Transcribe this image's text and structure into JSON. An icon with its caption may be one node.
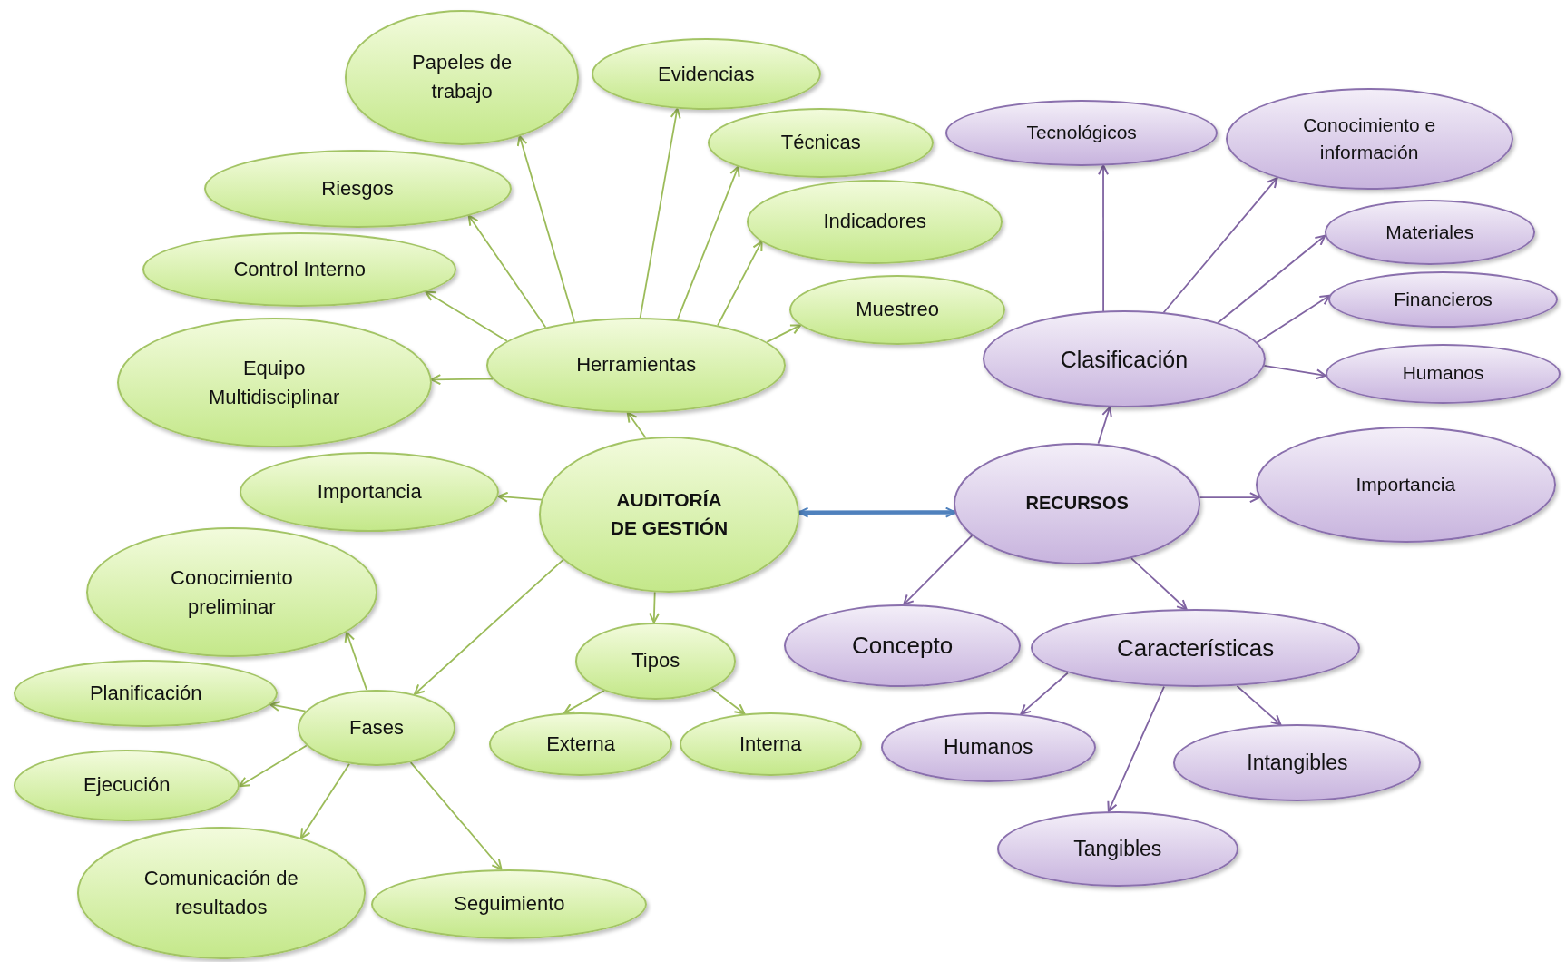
{
  "diagram": {
    "nodes": [
      {
        "text": [
          "AUDITORÍA DE GESTIÓN"
        ]
      },
      {
        "text": [
          "Herramientas"
        ]
      },
      {
        "text": [
          "Papeles de trabajo"
        ]
      },
      {
        "text": [
          "Evidencias"
        ]
      },
      {
        "text": [
          "Técnicas"
        ]
      },
      {
        "text": [
          "Indicadores"
        ]
      },
      {
        "text": [
          "Muestreo"
        ]
      },
      {
        "text": [
          "Riesgos"
        ]
      },
      {
        "text": [
          "Control Interno"
        ]
      },
      {
        "text": [
          "Equipo Multidisciplinar"
        ]
      },
      {
        "text": [
          "Importancia"
        ]
      },
      {
        "text": [
          "Conocimiento preliminar"
        ]
      },
      {
        "text": [
          "Fases"
        ]
      },
      {
        "text": [
          "Planificación"
        ]
      },
      {
        "text": [
          "Ejecución"
        ]
      },
      {
        "text": [
          "Comunicación de resultados"
        ]
      },
      {
        "text": [
          "Seguimiento"
        ]
      },
      {
        "text": [
          "Tipos"
        ]
      },
      {
        "text": [
          "Externa"
        ]
      },
      {
        "text": [
          "Interna"
        ]
      },
      {
        "text": [
          "RECURSOS"
        ]
      },
      {
        "text": [
          "Clasificación"
        ]
      },
      {
        "text": [
          "Tecnológicos"
        ]
      },
      {
        "text": [
          "Conocimiento e información"
        ]
      },
      {
        "text": [
          "Materiales"
        ]
      },
      {
        "text": [
          "Financieros"
        ]
      },
      {
        "text": [
          "Humanos"
        ]
      },
      {
        "text": [
          "Importancia"
        ]
      },
      {
        "text": [
          "Concepto"
        ]
      },
      {
        "text": [
          "Características"
        ]
      },
      {
        "text": [
          "Humanos"
        ]
      },
      {
        "text": [
          "Intangibles"
        ]
      },
      {
        "text": [
          "Tangibles"
        ]
      }
    ],
    "edges": [
      {
        "from": 0,
        "to": 20,
        "arrow": "both",
        "color": "#4f81bd",
        "style": "thick"
      },
      {
        "from": 0,
        "to": 1,
        "arrow": "to"
      },
      {
        "from": 1,
        "to": 2,
        "arrow": "to"
      },
      {
        "from": 1,
        "to": 3,
        "arrow": "to"
      },
      {
        "from": 1,
        "to": 4,
        "arrow": "to"
      },
      {
        "from": 1,
        "to": 5,
        "arrow": "to"
      },
      {
        "from": 1,
        "to": 6,
        "arrow": "to"
      },
      {
        "from": 1,
        "to": 7,
        "arrow": "to"
      },
      {
        "from": 1,
        "to": 8,
        "arrow": "to"
      },
      {
        "from": 1,
        "to": 9,
        "arrow": "to"
      },
      {
        "from": 0,
        "to": 10,
        "arrow": "to"
      },
      {
        "from": 0,
        "to": 12,
        "arrow": "to"
      },
      {
        "from": 12,
        "to": 11,
        "arrow": "to"
      },
      {
        "from": 12,
        "to": 13,
        "arrow": "to"
      },
      {
        "from": 12,
        "to": 14,
        "arrow": "to"
      },
      {
        "from": 12,
        "to": 15,
        "arrow": "to"
      },
      {
        "from": 12,
        "to": 16,
        "arrow": "to"
      },
      {
        "from": 0,
        "to": 17,
        "arrow": "to"
      },
      {
        "from": 17,
        "to": 18,
        "arrow": "to"
      },
      {
        "from": 17,
        "to": 19,
        "arrow": "to"
      },
      {
        "from": 20,
        "to": 21,
        "arrow": "to",
        "color": "#8064a2"
      },
      {
        "from": 21,
        "to": 22,
        "arrow": "to",
        "color": "#8064a2"
      },
      {
        "from": 21,
        "to": 23,
        "arrow": "to",
        "color": "#8064a2"
      },
      {
        "from": 21,
        "to": 24,
        "arrow": "to",
        "color": "#8064a2"
      },
      {
        "from": 21,
        "to": 25,
        "arrow": "to",
        "color": "#8064a2"
      },
      {
        "from": 21,
        "to": 26,
        "arrow": "to",
        "color": "#8064a2"
      },
      {
        "from": 20,
        "to": 27,
        "arrow": "to",
        "color": "#8064a2"
      },
      {
        "from": 20,
        "to": 28,
        "arrow": "to",
        "color": "#8064a2"
      },
      {
        "from": 20,
        "to": 29,
        "arrow": "to",
        "color": "#8064a2"
      },
      {
        "from": 29,
        "to": 30,
        "arrow": "to",
        "color": "#8064a2"
      },
      {
        "from": 29,
        "to": 31,
        "arrow": "to",
        "color": "#8064a2"
      },
      {
        "from": 29,
        "to": 32,
        "arrow": "to",
        "color": "#8064a2"
      }
    ]
  }
}
